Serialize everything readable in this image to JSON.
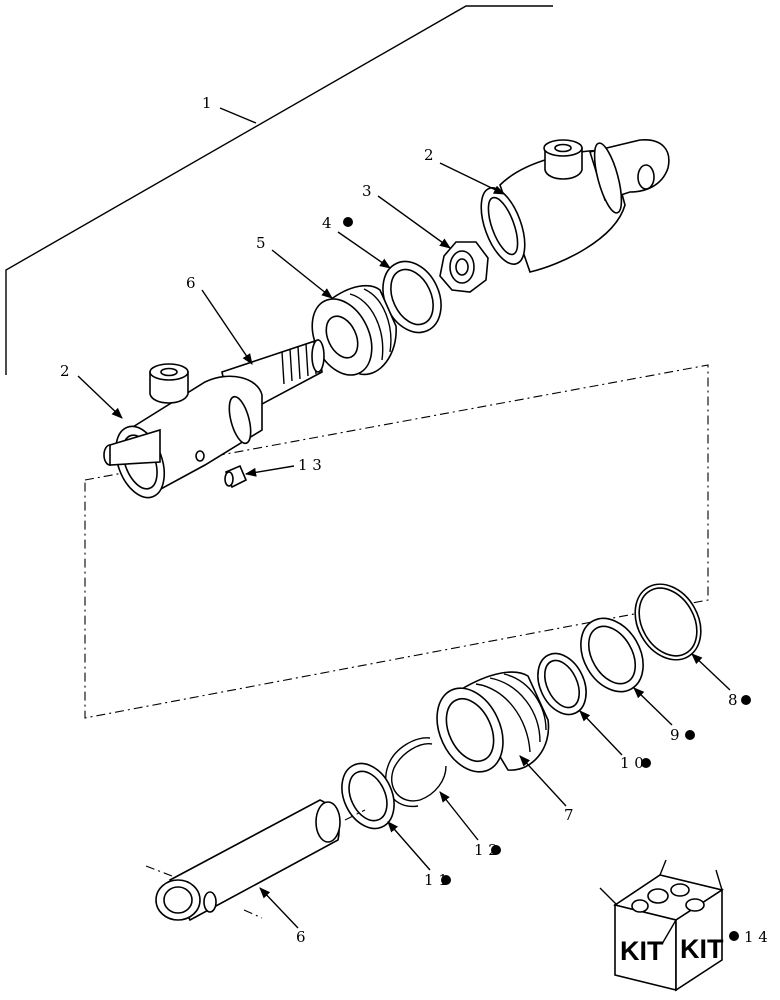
{
  "callouts": {
    "c1": "1",
    "c2_right": "2",
    "c2_left": "2",
    "c3": "3",
    "c4": "4",
    "c5": "5",
    "c6_top": "6",
    "c6_bottom": "6",
    "c7": "7",
    "c8": "8",
    "c9": "9",
    "c10": "1 0",
    "c11": "1 1",
    "c12": "1 2",
    "c13": "1 3",
    "c14": "1 4"
  },
  "kit": {
    "face_left": "KIT",
    "face_right": "KIT"
  },
  "colors": {
    "line": "#000000",
    "background": "#ffffff"
  }
}
